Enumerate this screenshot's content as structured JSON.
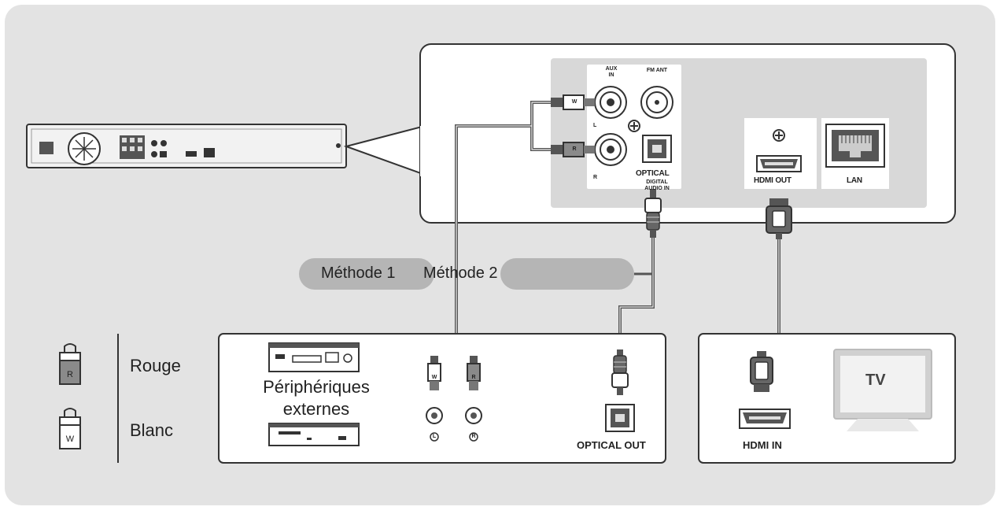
{
  "legend": {
    "red": {
      "letter": "R",
      "label": "Rouge"
    },
    "white": {
      "letter": "W",
      "label": "Blanc"
    }
  },
  "methods": {
    "method1": "Méthode 1",
    "method2": "Méthode 2"
  },
  "home_theater_panel": {
    "aux_in": "AUX\nIN",
    "fm_ant": "FM ANT",
    "left_jack": "L",
    "right_jack": "R",
    "optical": "OPTICAL",
    "digital_audio_in": "DIGITAL\nAUDIO IN",
    "hdmi_out": "HDMI OUT",
    "lan": "LAN",
    "plug_w": "W",
    "plug_r": "R"
  },
  "external_devices": {
    "label": "Périphériques\nexternes",
    "plug_w": "W",
    "plug_r": "R",
    "jack_l": "L",
    "jack_r": "R",
    "optical_out": "OPTICAL OUT"
  },
  "tv_box": {
    "tv_label": "TV",
    "hdmi_in": "HDMI IN"
  },
  "colors": {
    "background": "#e3e3e3",
    "panel": "#ffffff",
    "jack_area": "#d8d8d8",
    "pill": "#b5b5b5",
    "cable": "#555555",
    "red_plug": "#8a8a8a"
  }
}
